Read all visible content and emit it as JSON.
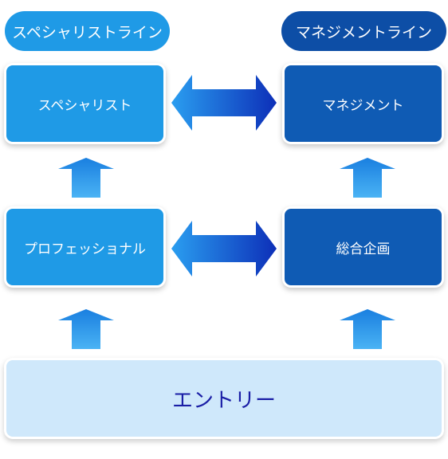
{
  "tracks": {
    "specialist_line": "スペシャリストライン",
    "management_line": "マネジメントライン"
  },
  "roles": {
    "specialist": "スペシャリスト",
    "management": "マネジメント",
    "professional": "プロフェッショナル",
    "general_planning": "総合企画",
    "entry": "エントリー"
  },
  "colors": {
    "light_blue": "#1f9ae6",
    "dark_blue": "#0f5bb4",
    "entry_bg": "#cfe8fb",
    "entry_text": "#1a1ea6"
  }
}
